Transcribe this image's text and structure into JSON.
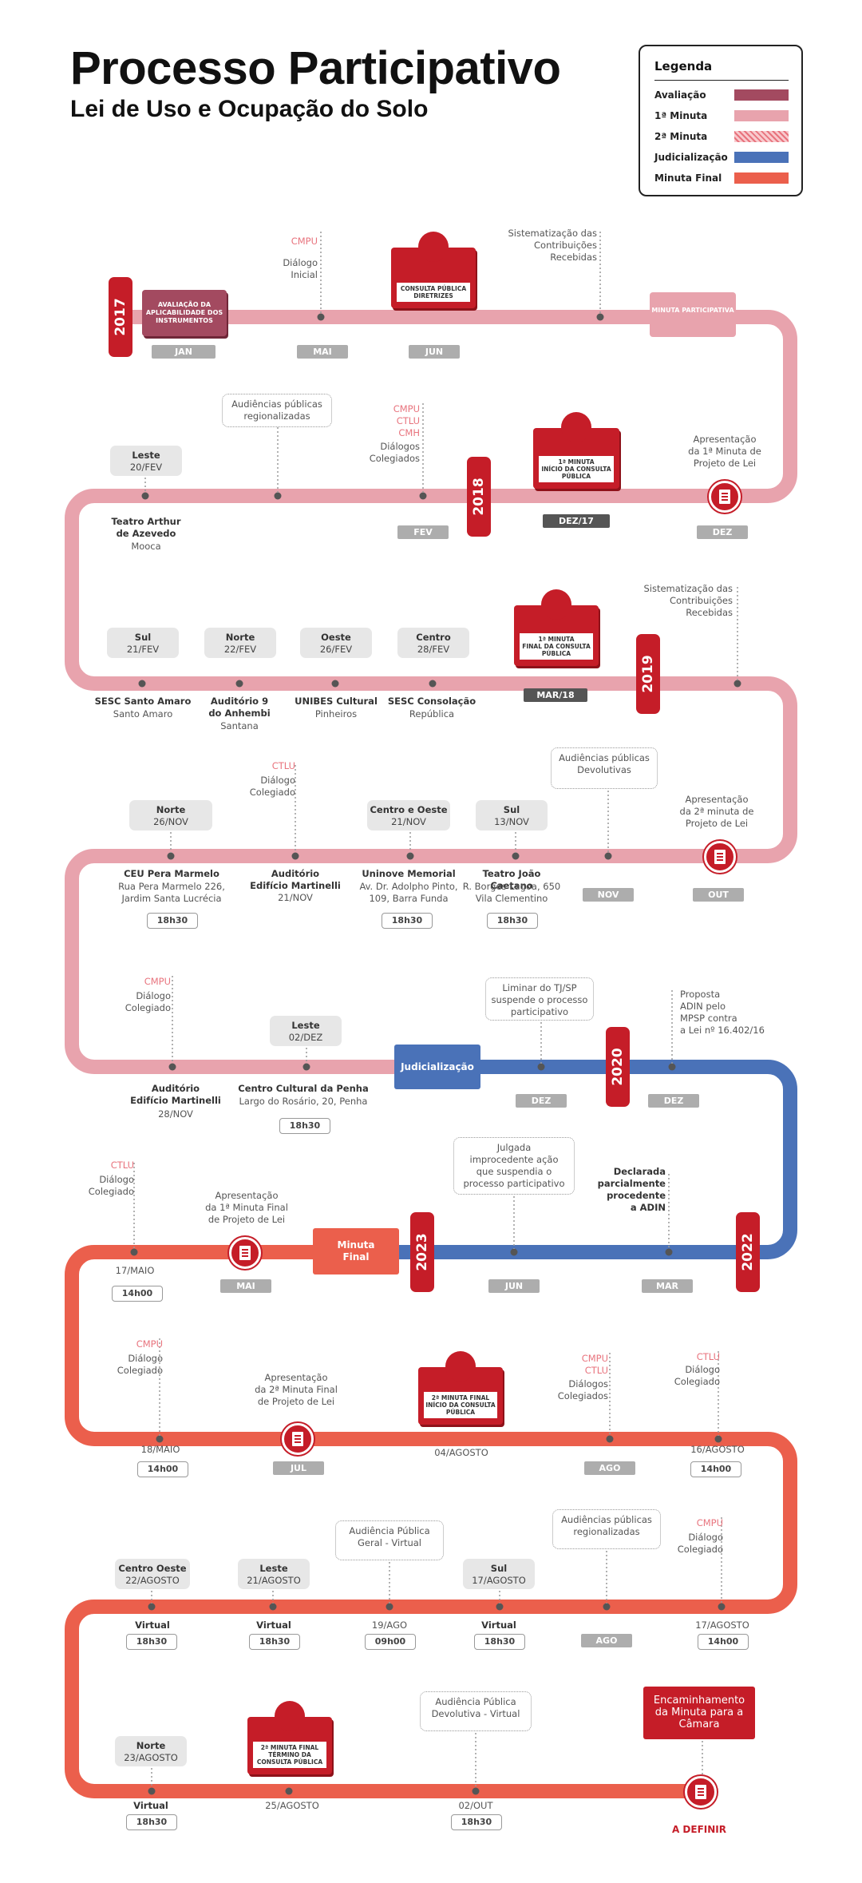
{
  "header": {
    "title": "Processo Participativo",
    "subtitle": "Lei de Uso e Ocupação do Solo"
  },
  "legend": {
    "title": "Legenda",
    "items": [
      {
        "label": "Avaliação",
        "color": "#a34a60"
      },
      {
        "label": "1ª Minuta",
        "color": "#e8a3ad"
      },
      {
        "label": "2ª Minuta",
        "color": "#f4b7bd",
        "pattern": "hatched"
      },
      {
        "label": "Judicialização",
        "color": "#4a72b8"
      },
      {
        "label": "Minuta Final",
        "color": "#eb5f4c"
      }
    ]
  },
  "colors": {
    "primeira": "#e8a3ad",
    "judicial": "#4a72b8",
    "final": "#eb5f4c",
    "red": "#c51d28",
    "avaliacao": "#a34a60"
  },
  "years": [
    "2017",
    "2018",
    "2019",
    "2020",
    "2022",
    "2023"
  ],
  "row1": {
    "avaliacao": "AVALIAÇÃO DA APLICABILIDADE DOS INSTRUMENTOS",
    "cmpu": "CMPU",
    "dialogo": "Diálogo\nInicial",
    "consulta": "CONSULTA PÚBLICA DIRETRIZES",
    "sistematizacao": "Sistematização das\nContribuições\nRecebidas",
    "minuta": "MINUTA PARTICIPATIVA",
    "months": [
      "JAN",
      "MAI",
      "JUN"
    ]
  },
  "row2": {
    "leste": {
      "region": "Leste",
      "date": "20/FEV"
    },
    "teatro": "Teatro Arthur\nde Azevedo",
    "teatro_sub": "Mooca",
    "audiencias": "Audiências públicas\nregionalizadas",
    "cmpu": "CMPU\nCTLU\nCMH",
    "dialogos": "Diálogos\nColegiados",
    "fev": "FEV",
    "minuta1": "1ª MINUTA\nINÍCIO DA CONSULTA PÚBLICA",
    "dez17": "DEZ/17",
    "apresentacao": "Apresentação\nda 1ª Minuta de\nProjeto de Lei",
    "dez": "DEZ"
  },
  "row3": {
    "regions": [
      {
        "region": "Sul",
        "date": "21/FEV",
        "place": "SESC Santo Amaro",
        "sub": "Santo Amaro"
      },
      {
        "region": "Norte",
        "date": "22/FEV",
        "place": "Auditório 9\ndo Anhembi",
        "sub": "Santana"
      },
      {
        "region": "Oeste",
        "date": "26/FEV",
        "place": "UNIBES Cultural",
        "sub": "Pinheiros"
      },
      {
        "region": "Centro",
        "date": "28/FEV",
        "place": "SESC Consolação",
        "sub": "República"
      }
    ],
    "minuta_final": "1ª MINUTA\nFINAL DA CONSULTA PÚBLICA",
    "mar18": "MAR/18",
    "sistematizacao": "Sistematização das\nContribuições\nRecebidas"
  },
  "row4": {
    "norte": {
      "region": "Norte",
      "date": "26/NOV",
      "place": "CEU Pera Marmelo",
      "sub": "Rua Pera Marmelo 226,\nJardim Santa Lucrécia",
      "time": "18h30"
    },
    "ctlu": "CTLU",
    "dialogo": "Diálogo\nColegiado",
    "auditorio": "Auditório\nEdifício Martinelli",
    "auditorio_date": "21/NOV",
    "centro": {
      "region": "Centro e Oeste",
      "date": "21/NOV",
      "place": "Uninove Memorial",
      "sub": "Av. Dr. Adolpho Pinto,\n109, Barra Funda",
      "time": "18h30"
    },
    "sul": {
      "region": "Sul",
      "date": "13/NOV",
      "place": "Teatro João Caetano",
      "sub": "R. Borges Lagoa, 650\nVila Clementino",
      "time": "18h30"
    },
    "audiencias": "Audiências públicas\nDevolutivas",
    "nov": "NOV",
    "apresentacao": "Apresentação\nda 2ª minuta de\nProjeto de Lei",
    "out": "OUT"
  },
  "row5": {
    "cmpu": "CMPU",
    "dialogo": "Diálogo\nColegiado",
    "auditorio": "Auditório\nEdifício Martinelli",
    "auditorio_date": "28/NOV",
    "leste": {
      "region": "Leste",
      "date": "02/DEZ",
      "place": "Centro Cultural da Penha",
      "sub": "Largo do Rosário, 20, Penha",
      "time": "18h30"
    },
    "judicializacao": "Judicialização",
    "liminar": "Liminar do TJ/SP\nsuspende o processo\nparticipativo",
    "proposta": "Proposta\nADIN pelo\nMPSP contra\na Lei nº 16.402/16",
    "dez_a": "DEZ",
    "dez_b": "DEZ"
  },
  "row6": {
    "ctlu": "CTLU",
    "dialogo": "Diálogo\nColegiado",
    "date": "17/MAIO",
    "time": "14h00",
    "apresentacao": "Apresentação\nda 1ª Minuta Final\nde Projeto de Lei",
    "mai": "MAI",
    "minuta_final": "Minuta\nFinal",
    "julgada": "Julgada\nimprocedente ação\nque suspendia o\nprocesso participativo",
    "jun": "JUN",
    "declarada": "Declarada\nparcialmente\nprocedente\na ADIN",
    "mar": "MAR"
  },
  "row7": {
    "cmpu": "CMPU",
    "dialogo": "Diálogo\nColegiado",
    "date": "18/MAIO",
    "time": "14h00",
    "apresentacao": "Apresentação\nda 2ª Minuta Final\nde Projeto de Lei",
    "jul": "JUL",
    "minuta2": "2ª MINUTA FINAL\nINÍCIO DA CONSULTA PÚBLICA",
    "agosto": "04/AGOSTO",
    "cmpu_ctlu": "CMPU\nCTLU",
    "dialogos": "Diálogos\nColegiados",
    "ago": "AGO",
    "ctlu": "CTLU",
    "dialogo2": "Diálogo\nColegiado",
    "date2": "16/AGOSTO",
    "time2": "14h00"
  },
  "row8": {
    "centro_oeste": {
      "region": "Centro Oeste",
      "date": "22/AGOSTO",
      "place": "Virtual",
      "time": "18h30"
    },
    "leste": {
      "region": "Leste",
      "date": "21/AGOSTO",
      "place": "Virtual",
      "time": "18h30"
    },
    "audiencia_geral": "Audiência Pública\nGeral - Virtual",
    "date_19": "19/AGO",
    "time_19": "09h00",
    "sul": {
      "region": "Sul",
      "date": "17/AGOSTO",
      "place": "Virtual",
      "time": "18h30"
    },
    "audiencias": "Audiências públicas\nregionalizadas",
    "ago": "AGO",
    "cmpu": "CMPU",
    "dialogo": "Diálogo\nColegiado",
    "date": "17/AGOSTO",
    "time": "14h00"
  },
  "row9": {
    "norte": {
      "region": "Norte",
      "date": "23/AGOSTO",
      "place": "Virtual",
      "time": "18h30"
    },
    "minuta2": "2ª MINUTA FINAL\nTÉRMINO DA CONSULTA PÚBLICA",
    "date": "25/AGOSTO",
    "devolutiva": "Audiência Pública\nDevolutiva - Virtual",
    "date2": "02/OUT",
    "time2": "18h30",
    "encaminhamento": "Encaminhamento\nda Minuta para a\nCâmara",
    "definir": "A DEFINIR"
  }
}
